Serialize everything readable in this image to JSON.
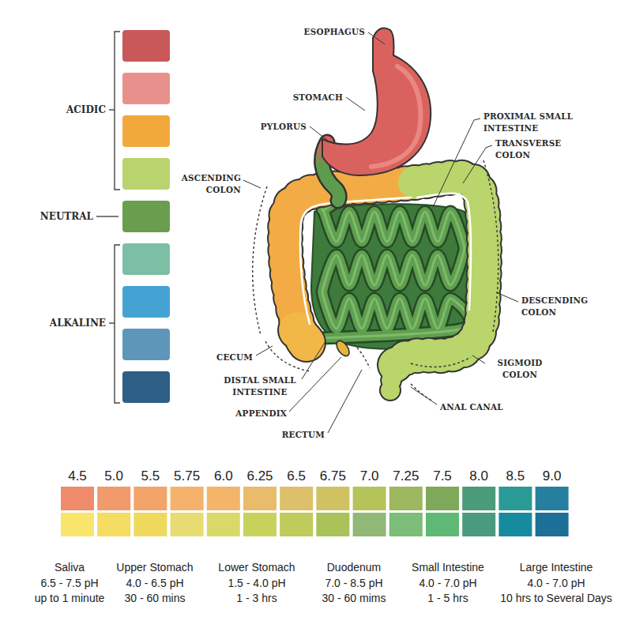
{
  "diagram": {
    "labels": [
      "ESOPHAGUS",
      "STOMACH",
      "PROXIMAL SMALL INTESTINE",
      "PYLORUS",
      "TRANSVERSE COLON",
      "ASCENDING COLON",
      "DESCENDING COLON",
      "CECUM",
      "SIGMOID COLON",
      "DISTAL SMALL INTESTINE",
      "APPENDIX",
      "ANAL CANAL",
      "RECTUM",
      "4.5",
      "5.0",
      "5.5",
      "5.75",
      "6.0",
      "6.25",
      "6.5",
      "6.75",
      "7.0",
      "7.25",
      "7.5",
      "8.0",
      "8.5",
      "9.0",
      "Saliva",
      "6.5 - 7.5 pH",
      "up to 1 minute",
      "Upper Stomach",
      "4.0 - 6.5 pH",
      "30 - 60 mins",
      "Lower Stomach",
      "1.5 - 4.0 pH",
      "1 - 3 hrs",
      "Duodenum",
      "7.0 - 8.5 pH",
      "30 - 60 mims",
      "Small Intestine",
      "4.0 - 7.0 pH",
      "1 - 5 hrs",
      "Large Intestine",
      "4.0 - 7.0 pH",
      "10 hrs to Several Days"
    ],
    "legend": [
      {
        "text": "ACIDIC"
      },
      {
        "text": "NEUTRAL",
        "color": "#6a9e4f"
      },
      {
        "text": "ALKALINE"
      }
    ]
  }
}
